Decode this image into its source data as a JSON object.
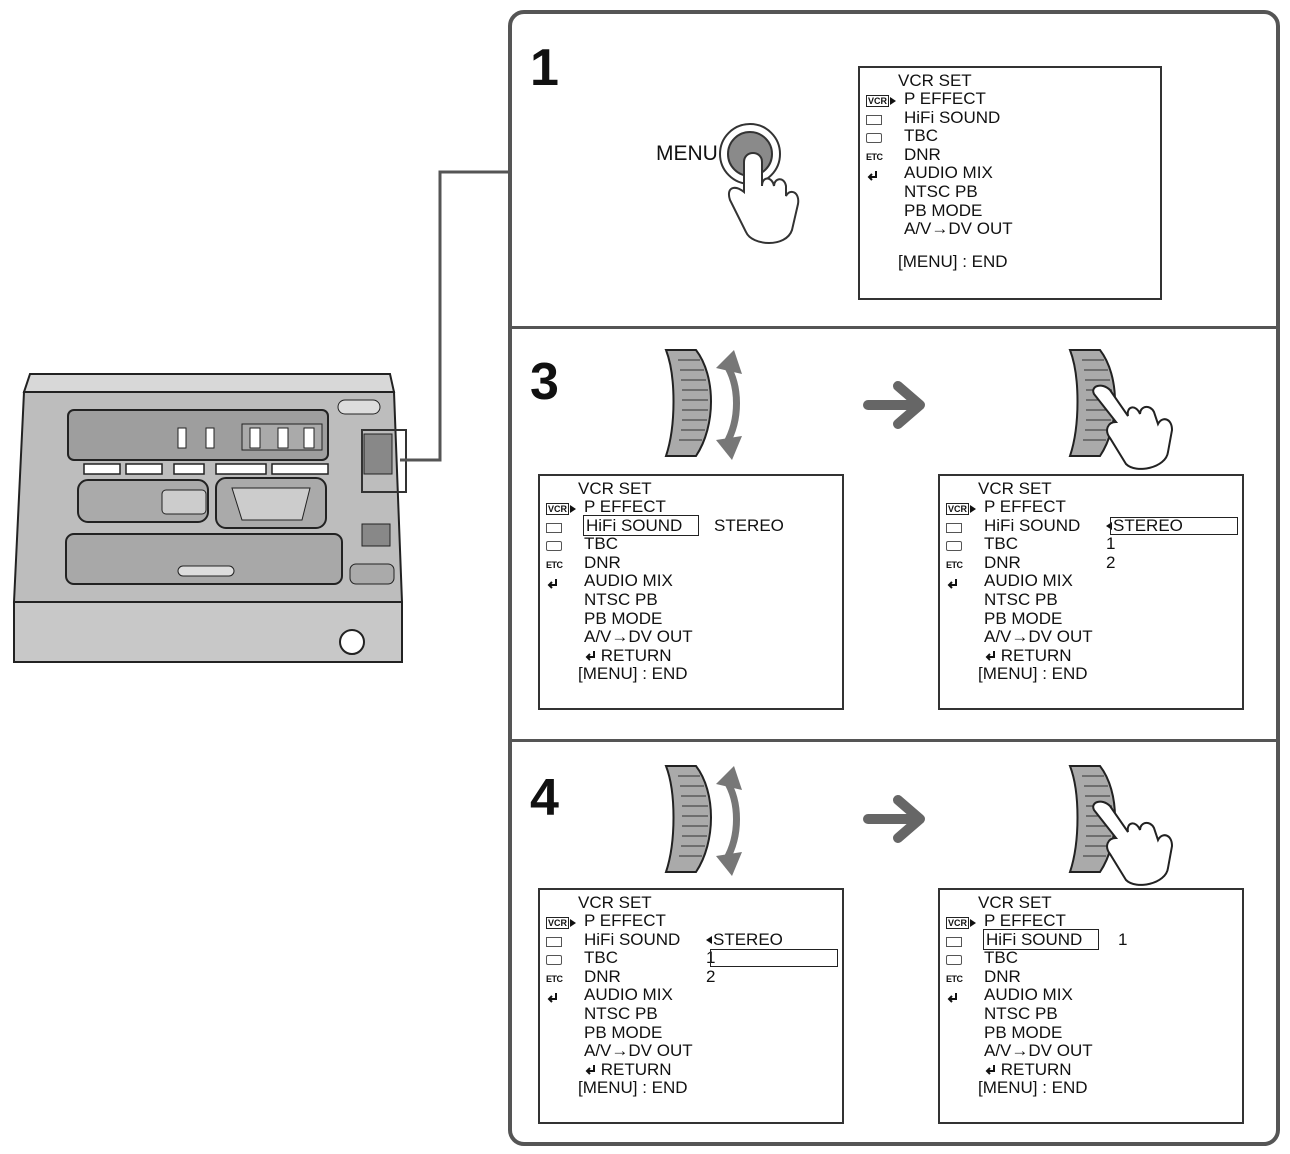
{
  "steps": [
    {
      "number": "1"
    },
    {
      "number": "3"
    },
    {
      "number": "4"
    }
  ],
  "menu_button_label": "MENU",
  "menu": {
    "title": "VCR SET",
    "items": [
      "P EFFECT",
      "HiFi SOUND",
      "TBC",
      "DNR",
      "AUDIO MIX",
      "NTSC PB",
      "PB MODE",
      "A/V→DV OUT"
    ],
    "return_label": "RETURN",
    "end_label": "[MENU] : END"
  },
  "screens": {
    "s1": {
      "end_label": "[MENU] : END"
    },
    "s3a": {
      "value": "STEREO",
      "end_label": "[MENU] : END"
    },
    "s3b": {
      "options": [
        "STEREO",
        "1",
        "2"
      ],
      "end_label": "[MENU] : END"
    },
    "s4a": {
      "options": [
        "STEREO",
        "1",
        "2"
      ],
      "end_label": "[MENU] : END"
    },
    "s4b": {
      "value": "1",
      "end_label": "[MENU] : END"
    }
  },
  "icons": [
    "vcr-icon",
    "tape-icon",
    "camera-icon",
    "etc-icon",
    "return-icon"
  ],
  "colors": {
    "frame": "#555555",
    "arrow": "#666666",
    "device": "#9a9a9a"
  }
}
